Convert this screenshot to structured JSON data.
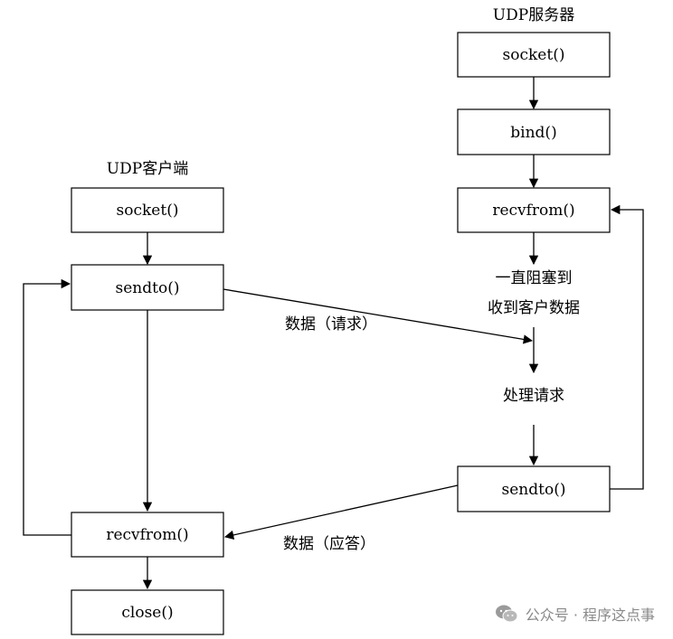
{
  "client": {
    "title": "UDP客户端",
    "socket": "socket()",
    "sendto": "sendto()",
    "recvfrom": "recvfrom()",
    "close": "close()"
  },
  "server": {
    "title": "UDP服务器",
    "socket": "socket()",
    "bind": "bind()",
    "recvfrom": "recvfrom()",
    "block_line1": "一直阻塞到",
    "block_line2": "收到客户数据",
    "process": "处理请求",
    "sendto": "sendto()"
  },
  "messages": {
    "request": "数据（请求）",
    "response": "数据（应答）"
  },
  "watermark": {
    "icon": "wechat-logo-icon",
    "text": "公众号 · 程序这点事"
  }
}
